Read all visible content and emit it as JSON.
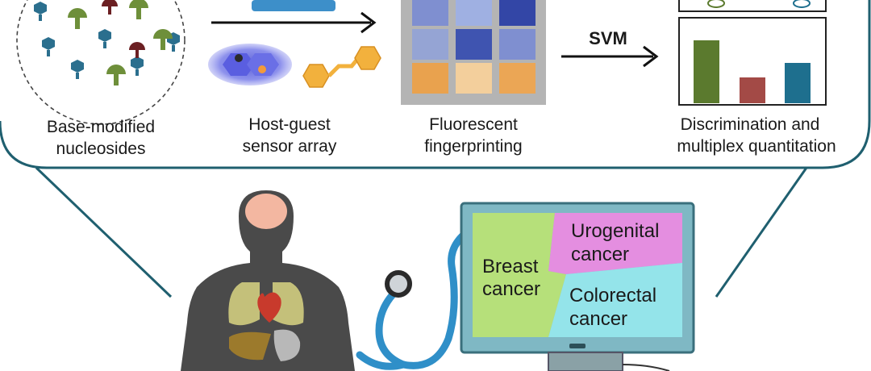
{
  "steps": [
    {
      "line1": "Base-modified",
      "line2": "nucleosides"
    },
    {
      "line1": "Host-guest",
      "line2": "sensor array"
    },
    {
      "line1": "Fluorescent",
      "line2": "fingerprinting"
    },
    {
      "line1": "Discrimination and",
      "line2": "multiplex quantitation"
    }
  ],
  "svm_label": "SVM",
  "fingerprint_grid": [
    [
      "#7f8fd0",
      "#9fb0e2",
      "#3346a6"
    ],
    [
      "#95a4d4",
      "#3f54b0",
      "#7f8fd0"
    ],
    [
      "#e9a24e",
      "#f3cf9c",
      "#eba655"
    ]
  ],
  "chart_data": {
    "type": "bar",
    "values": [
      78,
      32,
      50
    ],
    "colors": [
      "#5b7a2e",
      "#a34a46",
      "#1e6f8e"
    ],
    "ylim": [
      0,
      100
    ]
  },
  "monitor": {
    "breast": {
      "line1": "Breast",
      "line2": "cancer",
      "color": "#b6e07a"
    },
    "urogenital": {
      "line1": "Urogenital",
      "line2": "cancer",
      "color": "#e48ee0"
    },
    "colorectal": {
      "line1": "Colorectal",
      "line2": "cancer",
      "color": "#94e4ea"
    }
  },
  "colors": {
    "outline": "#1f5f6f"
  }
}
